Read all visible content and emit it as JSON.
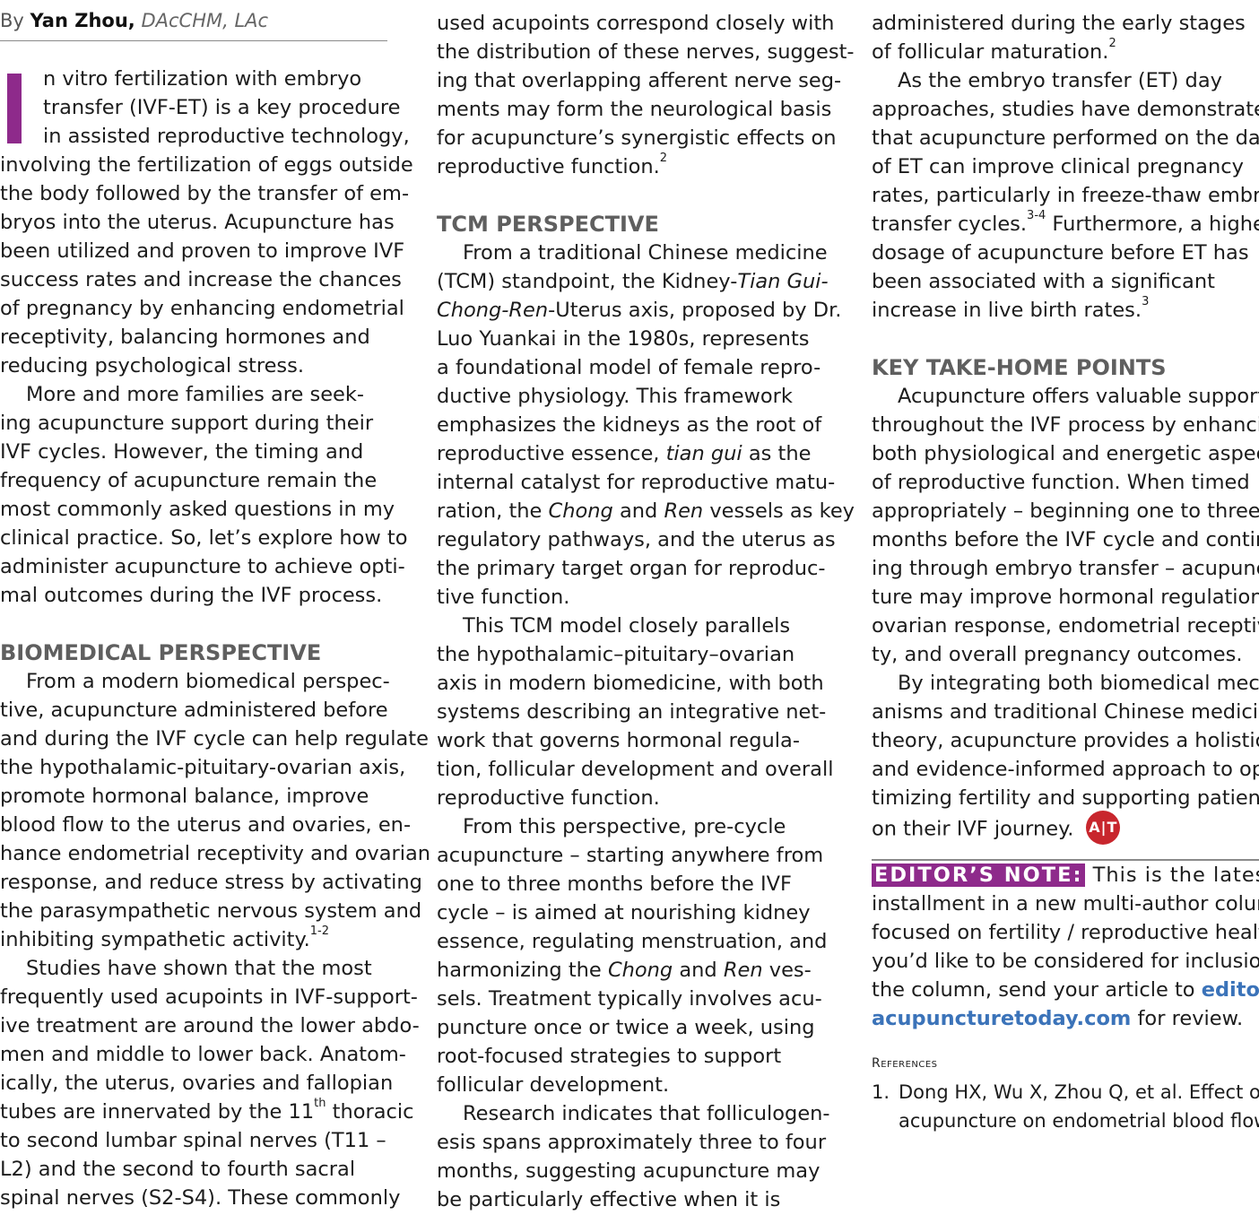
{
  "byline": {
    "prefix": "By",
    "author": "Yan Zhou,",
    "credentials": "DAcCHM, LAc"
  },
  "col1": {
    "intro": [
      "n vitro fertilization with embryo",
      "transfer (IVF-ET) is a key procedure",
      "in assisted reproductive technology,",
      "involving the fertilization of eggs outside",
      "the body followed by the transfer of em-",
      "bryos into the uterus. Acupuncture has",
      "been utilized and proven to improve IVF",
      "success rates and increase the chances",
      "of pregnancy by enhancing endometrial",
      "receptivity, balancing hormones and",
      "reducing psychological stress."
    ],
    "para2": [
      "More and more families are seek-",
      "ing acupuncture support during their",
      "IVF cycles. However, the timing and",
      "frequency of acupuncture remain the",
      "most commonly asked questions in my",
      "clinical practice. So, let’s explore how to",
      "administer acupuncture to achieve opti-",
      "mal outcomes during the IVF process."
    ],
    "heading": "BIOMEDICAL PERSPECTIVE",
    "para3": [
      "From a modern biomedical perspec-",
      "tive, acupuncture administered before",
      "and during the IVF cycle can help regulate",
      "the hypothalamic-pituitary-ovarian axis,",
      "promote hormonal balance, improve",
      "blood flow to the uterus and ovaries, en-",
      "hance endometrial receptivity and ovarian",
      "response, and reduce stress by activating",
      "the parasympathetic nervous system and"
    ],
    "para3_last": "inhibiting sympathetic activity.",
    "para3_sup": "1-2",
    "para4": [
      "Studies have shown that the most",
      "frequently used acupoints in IVF-support-",
      "ive treatment are around the lower abdo-",
      "men and middle to lower back. Anatom-",
      "ically, the uterus, ovaries and fallopian"
    ],
    "para4_nerve_pre": "tubes are innervated by the 11",
    "para4_nerve_sup": "th",
    "para4_nerve_post": " thoracic",
    "para4_rest": [
      "to second lumbar spinal nerves (T11 –",
      "L2) and the second to fourth sacral",
      "spinal nerves (S2-S4). These commonly"
    ]
  },
  "col2": {
    "cont": [
      "used acupoints correspond closely with",
      "the distribution of these nerves, suggest-",
      "ing that overlapping afferent nerve seg-",
      "ments may form the neurological basis",
      "for acupuncture’s synergistic effects on"
    ],
    "cont_last": "reproductive function.",
    "cont_sup": "2",
    "heading": "TCM PERSPECTIVE",
    "tcm_l1": "From a traditional Chinese medicine",
    "tcm_l2a": "(TCM) standpoint, the Kidney-",
    "tcm_l2b": "Tian Gui-",
    "tcm_l3a": "Chong-Ren",
    "tcm_l3b": "-Uterus axis, proposed by Dr.",
    "tcm_mid": [
      "Luo Yuankai in the 1980s, represents",
      "a foundational model of female repro-",
      "ductive physiology. This framework",
      "emphasizes the kidneys as the root of"
    ],
    "tcm_l8a": "reproductive essence, ",
    "tcm_l8b": "tian gui",
    "tcm_l8c": " as the",
    "tcm_l9": "internal catalyst for reproductive matu-",
    "tcm_l10a": "ration, the ",
    "tcm_l10b": "Chong",
    "tcm_l10c": " and ",
    "tcm_l10d": "Ren",
    "tcm_l10e": " vessels as key",
    "tcm_end": [
      "regulatory pathways, and the uterus as",
      "the primary target organ for reproduc-",
      "tive function."
    ],
    "model": [
      "This TCM model closely parallels",
      "the hypothalamic–pituitary–ovarian",
      "axis in modern biomedicine, with both",
      "systems describing an integrative net-",
      "work that governs hormonal regula-",
      "tion, follicular development and overall",
      "reproductive function."
    ],
    "precycle": [
      "From this perspective, pre-cycle",
      "acupuncture – starting anywhere from",
      "one to three months before the IVF",
      "cycle – is aimed at nourishing kidney",
      "essence, regulating menstruation, and"
    ],
    "pc_l6a": "harmonizing the ",
    "pc_l6b": "Chong",
    "pc_l6c": " and ",
    "pc_l6d": "Ren",
    "pc_l6e": " ves-",
    "pc_end": [
      "sels. Treatment typically involves acu-",
      "puncture once or twice a week, using",
      "root-focused strategies to support",
      "follicular development."
    ],
    "research": [
      "Research indicates that folliculogen-",
      "esis spans approximately three to four",
      "months, suggesting acupuncture may",
      "be particularly effective when it is"
    ]
  },
  "col3": {
    "cont_l1": "administered during the early stages",
    "cont_l2": "of follicular maturation.",
    "cont_sup": "2",
    "et": [
      "As the embryo transfer (ET) day",
      "approaches, studies have demonstrated",
      "that acupuncture performed on the day",
      "of ET can improve clinical pregnancy",
      "rates, particularly in freeze-thaw embryo"
    ],
    "et_l6a": "transfer cycles.",
    "et_l6sup": "3-4",
    "et_l6b": " Furthermore, a higher",
    "et_more": [
      "dosage of acupuncture before ET has",
      "been associated with a significant"
    ],
    "et_last": "increase in live birth rates.",
    "et_last_sup": "3",
    "heading": "KEY TAKE-HOME POINTS",
    "key": [
      "Acupuncture offers valuable support",
      "throughout the IVF process by enhancing",
      "both physiological and energetic aspects",
      "of reproductive function. When timed",
      "appropriately – beginning one to three",
      "months before the IVF cycle and continu-",
      "ing through embryo transfer – acupunc-",
      "ture may improve hormonal regulation,",
      "ovarian response, endometrial receptivi-",
      "ty, and overall pregnancy outcomes."
    ],
    "integ": [
      "By integrating both biomedical mech-",
      "anisms and traditional Chinese medicine",
      "theory, acupuncture provides a holistic",
      "and evidence-informed approach to op-",
      "timizing fertility and supporting patients"
    ],
    "integ_last": "on their IVF journey.",
    "badge": "A|T",
    "editor_label": "EDITOR’S NOTE:",
    "editor_l1": " This is the latest",
    "editor_lines": [
      "installment in a new multi-author column",
      "focused on fertility / reproductive health. If",
      "you’d like to be considered for inclusion in"
    ],
    "editor_l5a": "the column, send your article to ",
    "editor_l5b": "editorial@",
    "editor_l6a": "acupuncturetoday.com",
    "editor_l6b": " for review.",
    "refs_heading": "References",
    "ref1_num": "1.",
    "ref1_l1": "Dong HX, Wu X, Zhou Q, et al. Effect of",
    "ref1_l2": "acupuncture on endometrial blood flow"
  },
  "colors": {
    "accent_purple": "#8e2a8b",
    "heading_gray": "#5f5f5f",
    "link_blue": "#3b73b9",
    "badge_red": "#c8262d"
  }
}
